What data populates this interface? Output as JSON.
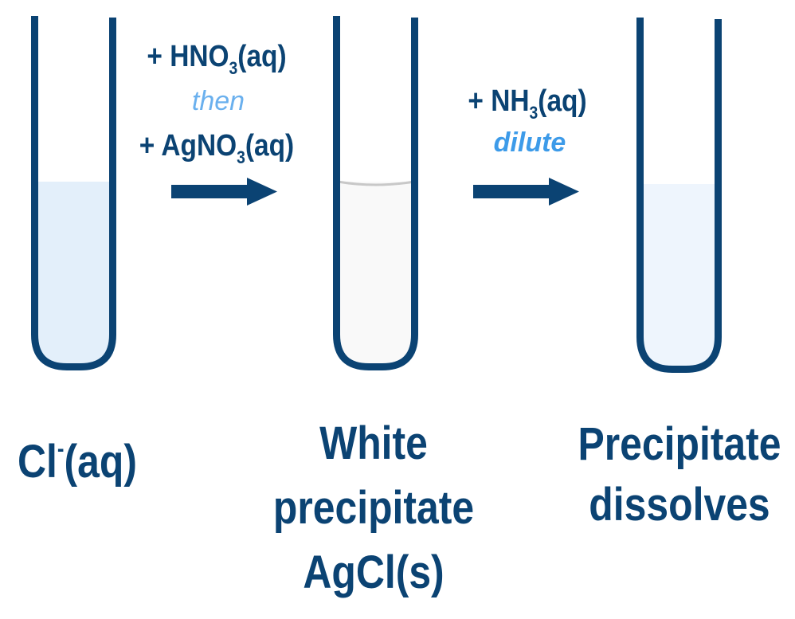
{
  "colors": {
    "tube": "#0b4373",
    "text": "#0b4373",
    "then": "#6ab0ee",
    "dilute": "#3d9be9",
    "liquid_cl": "#e3effa",
    "liquid_ppt": "#f9f9f9",
    "liquid_dissolved": "#eef5fd",
    "meniscus": "#c8c8c8"
  },
  "step1": {
    "reagent1": {
      "prefix": "+ HNO",
      "sub": "3",
      "suffix": "(aq)"
    },
    "connector": "then",
    "reagent2": {
      "prefix": "+ AgNO",
      "sub": "3",
      "suffix": "(aq)"
    }
  },
  "step2": {
    "reagent": {
      "prefix": "+ NH",
      "sub": "3",
      "suffix": "(aq)"
    },
    "condition": "dilute"
  },
  "labels": {
    "tube1": {
      "prefix": "Cl",
      "sup": "-",
      "suffix": "(aq)"
    },
    "tube2": [
      "White",
      "precipitate",
      "AgCl(s)"
    ],
    "tube3": [
      "Precipitate",
      "dissolves"
    ]
  }
}
